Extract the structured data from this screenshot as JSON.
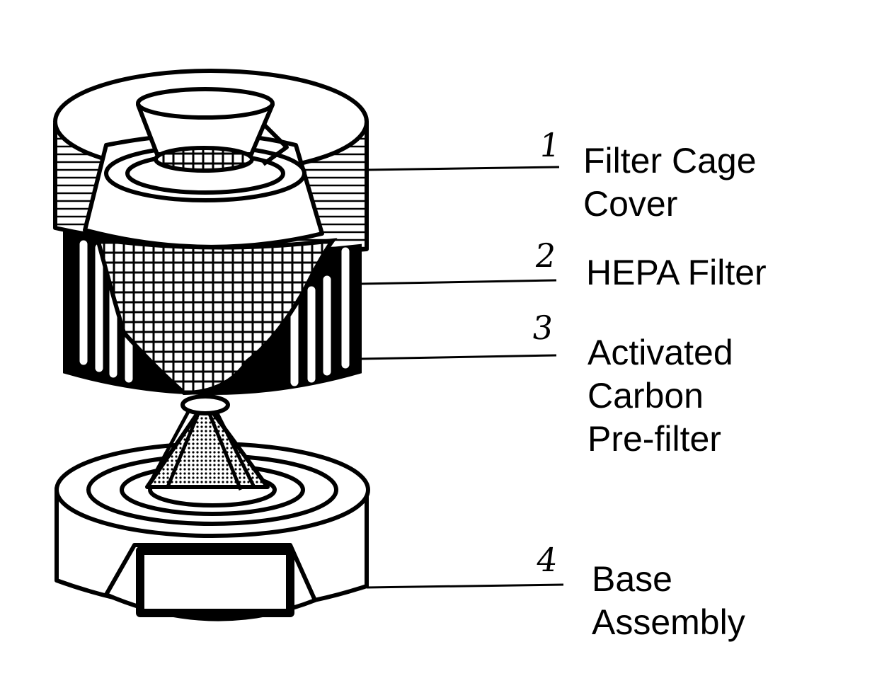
{
  "components": [
    {
      "number": "1",
      "label_lines": [
        "Filter Cage",
        "Cover"
      ]
    },
    {
      "number": "2",
      "label_lines": [
        "HEPA Filter"
      ]
    },
    {
      "number": "3",
      "label_lines": [
        "Activated",
        "Carbon",
        "Pre-filter"
      ]
    },
    {
      "number": "4",
      "label_lines": [
        "Base",
        "Assembly"
      ]
    }
  ],
  "colors": {
    "ink": "#000000",
    "paper": "#ffffff"
  }
}
